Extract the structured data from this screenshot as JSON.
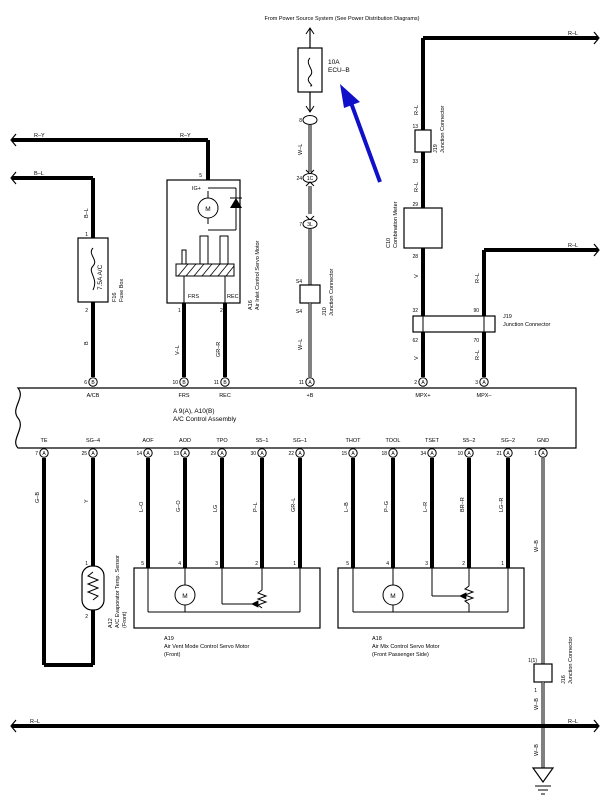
{
  "header": {
    "power_source": "From Power Source System (See Power Distribution Diagrams)"
  },
  "ecu_fuse": {
    "rating": "10A",
    "name": "ECU–B",
    "pin_top": "8",
    "pin_c": "24",
    "pin_c_tag": "1C",
    "pin_b": "7",
    "pin_b_tag": "3L"
  },
  "j10": {
    "pin_top": "S4",
    "pin_bot": "S4",
    "name": "J10",
    "label": "Junction Connector"
  },
  "fuse_ac": {
    "rating": "7.5A A/C",
    "id": "F16",
    "name": "Fuse Box",
    "pin_top": "1",
    "pin_bot": "2"
  },
  "a16": {
    "id": "A16",
    "name": "Air Inlet Control Servo Motor",
    "pin_top": "5",
    "term_ig": "IG+",
    "motor": "M",
    "frs": "FRS",
    "rec": "REC",
    "pin_frs": "1",
    "pin_rec": "2"
  },
  "c10": {
    "id": "C10",
    "name": "Combination Meter",
    "pin_top": "29",
    "pin_bot": "28"
  },
  "j19a": {
    "id": "J19",
    "name": "Junction Connector",
    "pin_top": "13",
    "pin_bot": "33"
  },
  "j19b": {
    "id": "J19",
    "name": "Junction Connector",
    "pin_tl": "32",
    "pin_tr": "90",
    "pin_bl": "62",
    "pin_br": "70"
  },
  "ecu": {
    "name": "A 9(A), A10(B)",
    "subtitle": "A/C Control Assembly",
    "top_pins": [
      {
        "label": "A/CB",
        "num": "6",
        "tag": "B"
      },
      {
        "label": "FRS",
        "num": "10",
        "tag": "B"
      },
      {
        "label": "REC",
        "num": "11",
        "tag": "B"
      },
      {
        "label": "+B",
        "num": "11",
        "tag": "A"
      },
      {
        "label": "MPX+",
        "num": "2",
        "tag": "A"
      },
      {
        "label": "MPX–",
        "num": "3",
        "tag": "A"
      }
    ],
    "bottom_pins": [
      {
        "label": "TE",
        "num": "7",
        "tag": "A"
      },
      {
        "label": "SG–4",
        "num": "25",
        "tag": "A"
      },
      {
        "label": "AOF",
        "num": "14",
        "tag": "A"
      },
      {
        "label": "AOD",
        "num": "13",
        "tag": "A"
      },
      {
        "label": "TPO",
        "num": "29",
        "tag": "A"
      },
      {
        "label": "S5–1",
        "num": "30",
        "tag": "A"
      },
      {
        "label": "SG–1",
        "num": "22",
        "tag": "A"
      },
      {
        "label": "THOT",
        "num": "15",
        "tag": "A"
      },
      {
        "label": "TOOL",
        "num": "18",
        "tag": "A"
      },
      {
        "label": "TSET",
        "num": "34",
        "tag": "A"
      },
      {
        "label": "S5–2",
        "num": "10",
        "tag": "A"
      },
      {
        "label": "SG–2",
        "num": "21",
        "tag": "A"
      },
      {
        "label": "GND",
        "num": "1",
        "tag": "A"
      }
    ]
  },
  "wires": {
    "r_y": "R–Y",
    "b_l": "B–L",
    "r_l": "R–L",
    "w_l": "W–L",
    "b": "B",
    "v_l": "V–L",
    "gr_r": "GR–R",
    "v": "V",
    "g_b": "G–B",
    "y": "Y",
    "l_o": "L–O",
    "g_o": "G–O",
    "lg": "LG",
    "p_l": "P–L",
    "gr_l": "GR–L",
    "l_b": "L–B",
    "p_g": "P–G",
    "l_r": "L–R",
    "br_r": "BR–R",
    "lg_r": "LG–R",
    "w_b": "W–B"
  },
  "a12": {
    "id": "A12",
    "name": "A/C Evaporator Temp. Sensor",
    "side": "(Front)",
    "pin1": "1",
    "pin2": "2"
  },
  "a19": {
    "id": "A19",
    "name": "Air Vent Mode Control Servo Motor",
    "side": "(Front)",
    "pins": [
      "5",
      "4",
      "3",
      "2",
      "1"
    ],
    "motor": "M"
  },
  "a18": {
    "id": "A18",
    "name": "Air Mix Control Servo Motor",
    "side": "(Front Passenger Side)",
    "pins": [
      "5",
      "4",
      "3",
      "2",
      "1"
    ],
    "motor": "M"
  },
  "j16": {
    "id": "J16",
    "name": "Junction Connector",
    "pin_top": "1(1)",
    "pin_bot": "1"
  },
  "colors": {
    "wire": "#000000",
    "arrow": "#1010c8"
  },
  "icons": [
    "fuse-icon",
    "motor-icon",
    "diode-icon",
    "thermistor-icon",
    "potentiometer-icon",
    "ground-icon",
    "arrow-icon"
  ]
}
